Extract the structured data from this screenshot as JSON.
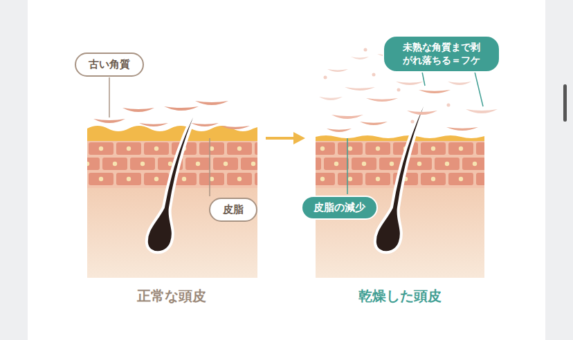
{
  "diagram": {
    "nodes": [
      {
        "text": [
          "古い角質"
        ]
      },
      {
        "text": [
          "皮脂"
        ]
      },
      {
        "text": [
          "未熟な角質まで剥がれ落ちる＝フケ"
        ]
      },
      {
        "text": [
          "皮脂の減少"
        ]
      }
    ],
    "labels": [
      "正常な頭皮",
      "乾燥した頭皮"
    ]
  }
}
